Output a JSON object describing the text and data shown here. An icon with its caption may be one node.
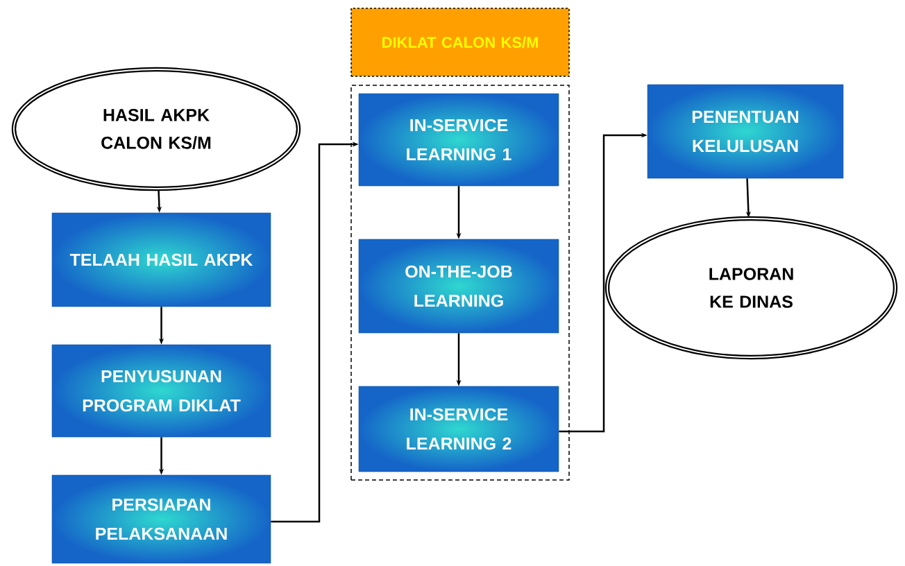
{
  "diagram": {
    "nodes": [
      {
        "text": [
          "HASIL AKPK CALON KS/M"
        ]
      },
      {
        "text": [
          "TELAAH HASIL AKPK"
        ]
      },
      {
        "text": [
          "PENYUSUNAN PROGRAM DIKLAT"
        ]
      },
      {
        "text": [
          "PERSIAPAN PELAKSANAAN"
        ]
      },
      {
        "text": [
          "DIKLAT CALON KS/M"
        ]
      },
      {
        "text": [],
        "shape": "box"
      },
      {
        "text": [
          "IN-SERVICE LEARNING 1"
        ],
        "in": 5
      },
      {
        "text": [
          "ON-THE-JOB LEARNING"
        ],
        "in": 5
      },
      {
        "text": [
          "IN-SERVICE LEARNING 2"
        ],
        "in": 5
      },
      {
        "text": [
          "PENENTUAN KELULUSAN"
        ]
      },
      {
        "text": [
          "LAPORAN KE DINAS"
        ]
      }
    ],
    "edges": [
      {
        "from": 0,
        "to": 1,
        "arrow": "to"
      },
      {
        "from": 1,
        "to": 2,
        "arrow": "to"
      },
      {
        "from": 2,
        "to": 3,
        "arrow": "to"
      },
      {
        "from": 3,
        "to": 6,
        "arrow": "to"
      },
      {
        "from": 6,
        "to": 7,
        "arrow": "to"
      },
      {
        "from": 7,
        "to": 8,
        "arrow": "to"
      },
      {
        "from": 8,
        "to": 9,
        "arrow": "to"
      },
      {
        "from": 9,
        "to": 10,
        "arrow": "to"
      }
    ]
  }
}
